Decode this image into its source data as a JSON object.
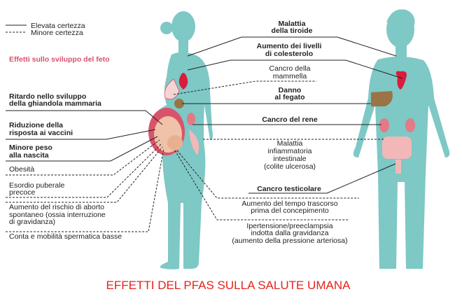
{
  "legend": {
    "solid": "Elevata certezza",
    "dashed": "Minore certezza"
  },
  "fetal_heading": "Effetti sullo sviluppo del feto",
  "left_labels": [
    {
      "lines": [
        "Ritardo nello sviluppo",
        "della ghiandola mammaria"
      ],
      "certainty": "high"
    },
    {
      "lines": [
        "Riduzione della",
        "risposta ai vaccini"
      ],
      "certainty": "high"
    },
    {
      "lines": [
        "Minore peso",
        "alla nascita"
      ],
      "certainty": "high"
    },
    {
      "lines": [
        "Obesità"
      ],
      "certainty": "low"
    },
    {
      "lines": [
        "Esordio puberale",
        "precoce"
      ],
      "certainty": "low"
    },
    {
      "lines": [
        "Aumento del rischio di aborto",
        "spontaneo (ossia interruzione",
        "di gravidanza)"
      ],
      "certainty": "low"
    },
    {
      "lines": [
        "Conta e mobilità spermatica basse"
      ],
      "certainty": "low"
    }
  ],
  "center_labels": [
    {
      "lines": [
        "Malattia",
        "della tiroide"
      ],
      "certainty": "high"
    },
    {
      "lines": [
        "Aumento dei livelli",
        "di colesterolo"
      ],
      "certainty": "high"
    },
    {
      "lines": [
        "Cancro della",
        "mammella"
      ],
      "certainty": "low"
    },
    {
      "lines": [
        "Danno",
        "al fegato"
      ],
      "certainty": "high"
    },
    {
      "lines": [
        "Cancro del rene"
      ],
      "certainty": "high"
    },
    {
      "lines": [
        "Malattia",
        "infiammatoria",
        "intestinale",
        "(colite ulcerosa)"
      ],
      "certainty": "low"
    },
    {
      "lines": [
        "Cancro testicolare"
      ],
      "certainty": "high"
    },
    {
      "lines": [
        "Aumento del tempo trascorso",
        "prima del concepimento"
      ],
      "certainty": "low"
    },
    {
      "lines": [
        "Ipertensione/preeclampsia",
        "indotta dalla gravidanza",
        "(aumento della pressione arteriosa)"
      ],
      "certainty": "low"
    }
  ],
  "title": "EFFETTI DEL PFAS SULLA SALUTE UMANA",
  "colors": {
    "body": "#7ec8c6",
    "title": "#e3241b",
    "fetal_heading": "#d9536a",
    "organ": "#d81e3c",
    "liver": "#9a7346"
  }
}
